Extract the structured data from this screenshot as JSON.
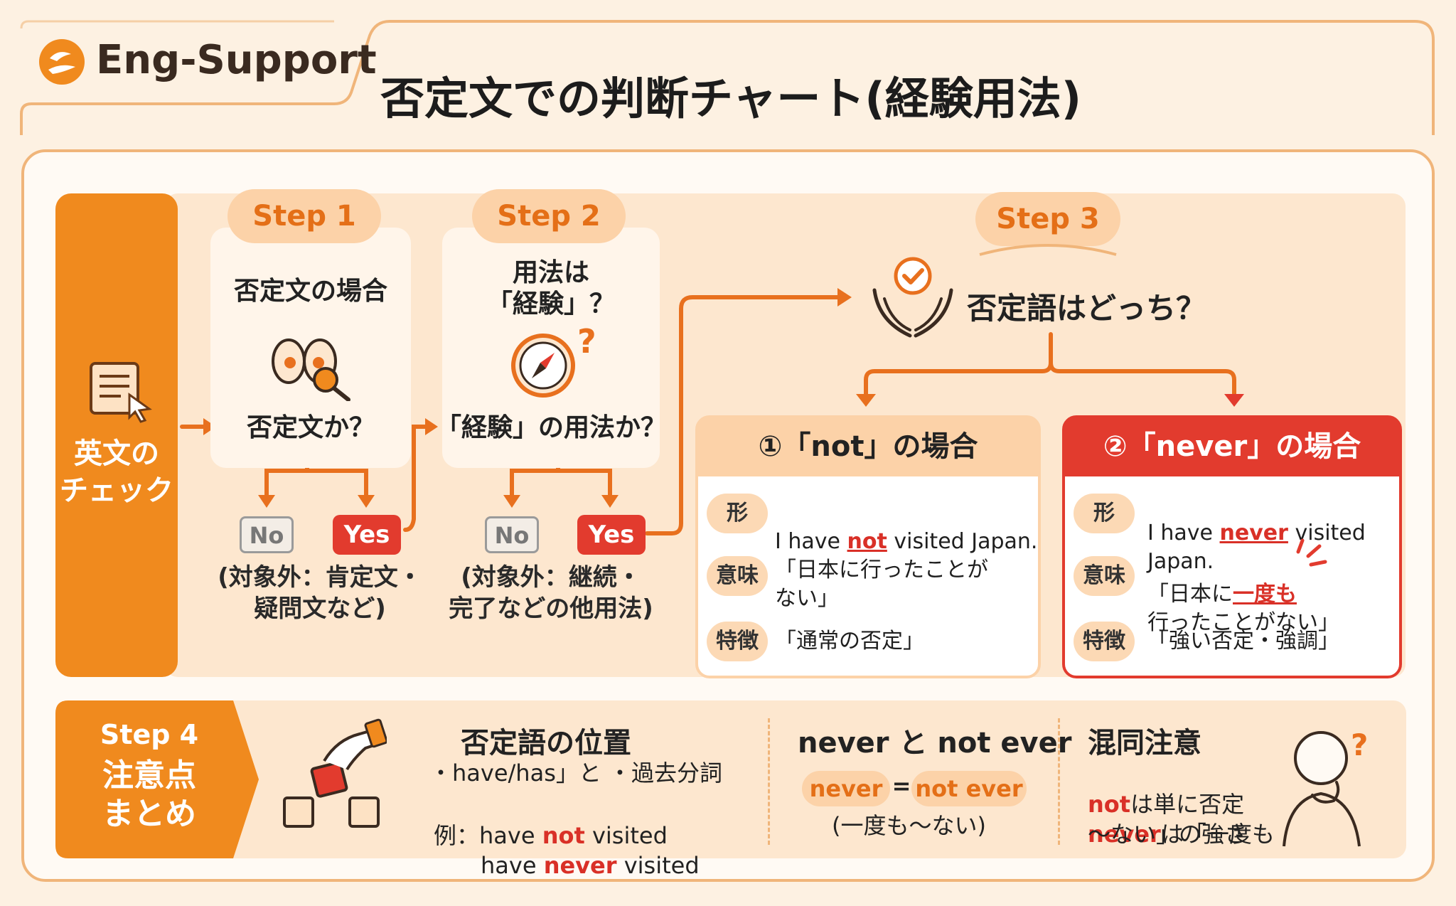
{
  "header": {
    "brand": "Eng-Support",
    "title": "否定文での判断チャート(経験用法)"
  },
  "left_bar": {
    "label": "英文の\nチェック"
  },
  "step1": {
    "label": "Step 1",
    "title": "否定文の場合",
    "question": "否定文か？",
    "no": "No",
    "yes": "Yes",
    "no_note": "(対象外：肯定文・\n疑問文など)"
  },
  "step2": {
    "label": "Step 2",
    "title": "用法は\n「経験」？",
    "question": "「経験」の用法か？",
    "no": "No",
    "yes": "Yes",
    "no_note": "(対象外：継続・\n完了などの他用法)"
  },
  "step3": {
    "label": "Step 3",
    "question": "否定語はどっち？",
    "not_case": {
      "title": "①「not」の場合",
      "form_tag": "形",
      "form_pre": "I have ",
      "form_word": "not",
      "form_post": " visited Japan.",
      "meaning_tag": "意味",
      "meaning": "「日本に行ったことが\nない」",
      "feature_tag": "特徴",
      "feature": "「通常の否定」"
    },
    "never_case": {
      "title": "②「never」の場合",
      "form_tag": "形",
      "form_pre": "I have ",
      "form_word": "never",
      "form_post": " visited\nJapan.",
      "meaning_tag": "意味",
      "meaning_pre": "「日本に",
      "meaning_word": "一度も",
      "meaning_post": "\n行ったことがない」",
      "feature_tag": "特徴",
      "feature": "「強い否定・強調」"
    }
  },
  "step4": {
    "label": "Step 4",
    "title": "注意点\nまとめ",
    "col1": {
      "heading": "否定語の位置",
      "line1": "・have/has」と ・過去分詞",
      "ex_prefix": "例：have ",
      "ex1_word": "not",
      "ex1_post": " visited",
      "ex2_pre": "have ",
      "ex2_word": "never",
      "ex2_post": " visited"
    },
    "col2": {
      "heading": "never と not ever",
      "left": "never",
      "eq": "=",
      "right": "not ever",
      "note": "(一度も〜ない)"
    },
    "col3": {
      "heading": "混同注意",
      "w1": "not",
      "t1": "は単に否定",
      "w2": "never",
      "t2": "は「一度も",
      "t3": "〜ない」の強さ"
    }
  },
  "colors": {
    "accent_orange": "#f08a1e",
    "accent_red": "#e23b2e",
    "pill_bg": "#fcd2a8",
    "band_bg": "#fde7cf"
  }
}
